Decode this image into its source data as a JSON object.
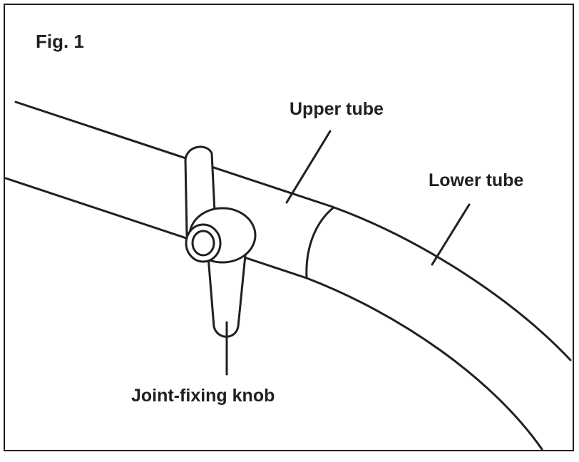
{
  "figure": {
    "title": "Fig. 1"
  },
  "labels": {
    "upper_tube": "Upper tube",
    "lower_tube": "Lower tube",
    "joint_fixing_knob": "Joint-fixing knob"
  },
  "colors": {
    "ink": "#231f20",
    "background": "#ffffff"
  }
}
